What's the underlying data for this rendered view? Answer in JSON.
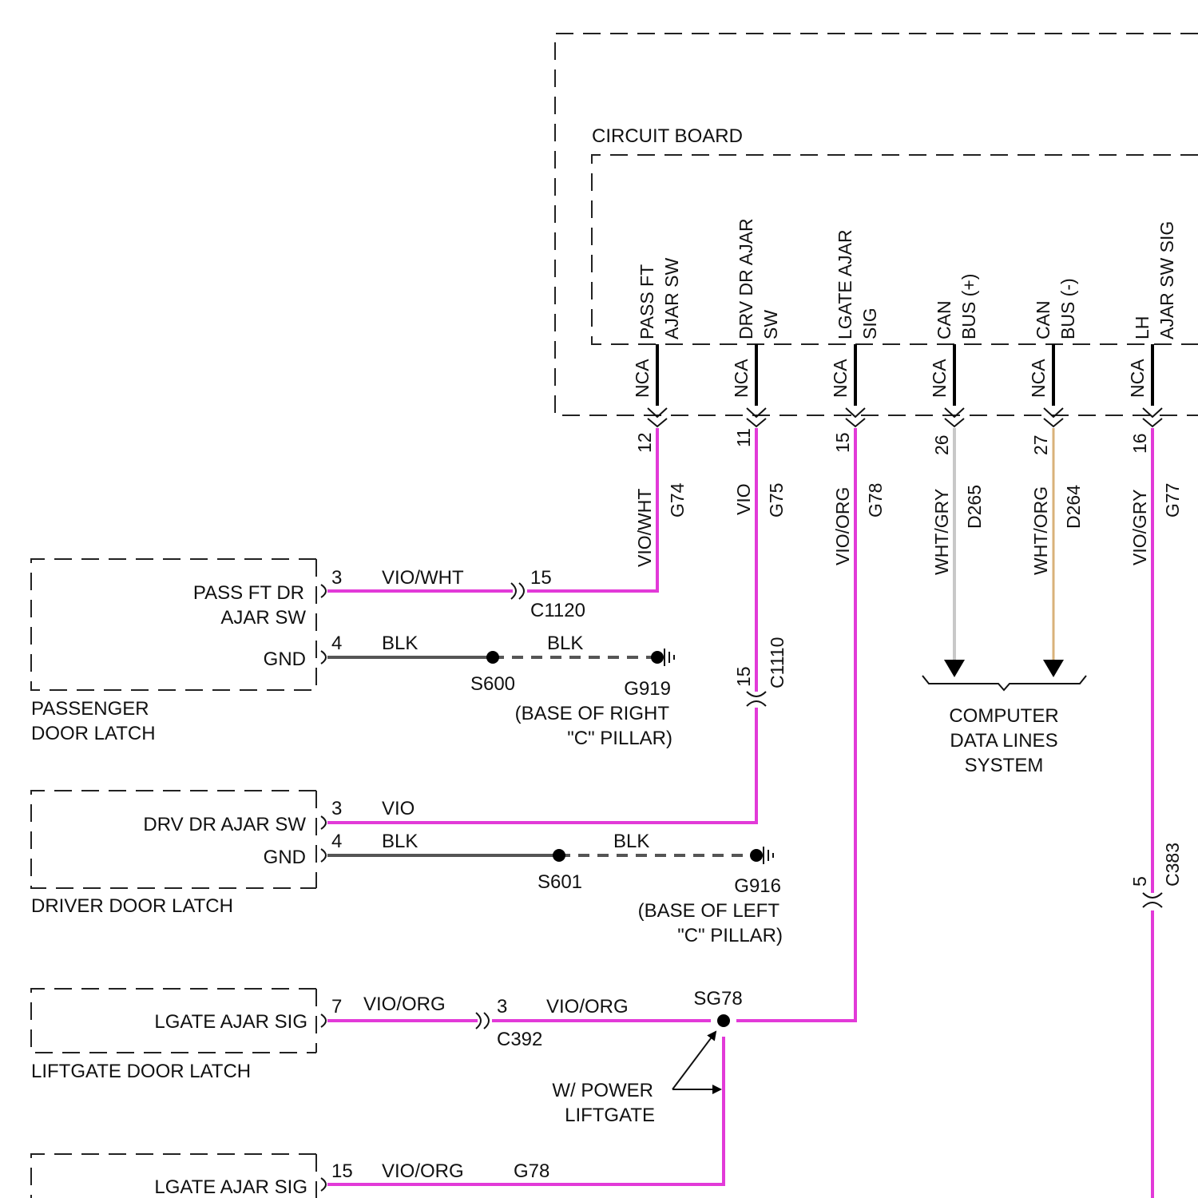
{
  "module": {
    "circuit_board_label": "CIRCUIT BOARD",
    "pins": [
      {
        "func1": "PASS FT",
        "func2": "AJAR SW",
        "nca": "NCA",
        "cav": "12",
        "color": "VIO/WHT",
        "circuit": "G74"
      },
      {
        "func1": "DRV DR AJAR",
        "func2": "SW",
        "nca": "NCA",
        "cav": "11",
        "color": "VIO",
        "circuit": "G75"
      },
      {
        "func1": "LGATE AJAR",
        "func2": "SIG",
        "nca": "NCA",
        "cav": "15",
        "color": "VIO/ORG",
        "circuit": "G78"
      },
      {
        "func1": "CAN",
        "func2": "BUS (+)",
        "nca": "NCA",
        "cav": "26",
        "color": "WHT/GRY",
        "circuit": "D265"
      },
      {
        "func1": "CAN",
        "func2": "BUS (-)",
        "nca": "NCA",
        "cav": "27",
        "color": "WHT/ORG",
        "circuit": "D264"
      },
      {
        "func1": "LH",
        "func2": "AJAR SW SIG",
        "nca": "NCA",
        "cav": "16",
        "color": "VIO/GRY",
        "circuit": "G77"
      }
    ]
  },
  "passenger_latch": {
    "name1": "PASSENGER",
    "name2": "DOOR LATCH",
    "sw1": "PASS FT DR",
    "sw2": "AJAR SW",
    "gnd": "GND",
    "pin_sig": "3",
    "pin_gnd": "4",
    "wire_sig": "VIO/WHT",
    "wire_gnd": "BLK",
    "wire_gnd2": "BLK",
    "conn_cav": "15",
    "conn_name": "C1120",
    "splice": "S600",
    "ground": "G919",
    "ground_loc1": "(BASE OF RIGHT",
    "ground_loc2": "\"C\" PILLAR)"
  },
  "c1110": {
    "cav": "15",
    "name": "C1110"
  },
  "driver_latch": {
    "name": "DRIVER DOOR LATCH",
    "sw": "DRV DR AJAR SW",
    "gnd": "GND",
    "pin_sig": "3",
    "pin_gnd": "4",
    "wire_sig": "VIO",
    "wire_gnd": "BLK",
    "wire_gnd2": "BLK",
    "splice": "S601",
    "ground": "G916",
    "ground_loc1": "(BASE OF LEFT",
    "ground_loc2": "\"C\" PILLAR)"
  },
  "computer_data": {
    "line1": "COMPUTER",
    "line2": "DATA LINES",
    "line3": "SYSTEM"
  },
  "c383": {
    "cav": "5",
    "name": "C383"
  },
  "liftgate_latch": {
    "name": "LIFTGATE DOOR LATCH",
    "sig": "LGATE AJAR SIG",
    "pin": "7",
    "wire1": "VIO/ORG",
    "conn_cav": "3",
    "conn_name": "C392",
    "wire2": "VIO/ORG",
    "splice": "SG78",
    "note1": "W/ POWER",
    "note2": "LIFTGATE"
  },
  "bottom_module": {
    "sig": "LGATE AJAR SIG",
    "pin": "15",
    "wire": "VIO/ORG",
    "circuit": "G78"
  }
}
